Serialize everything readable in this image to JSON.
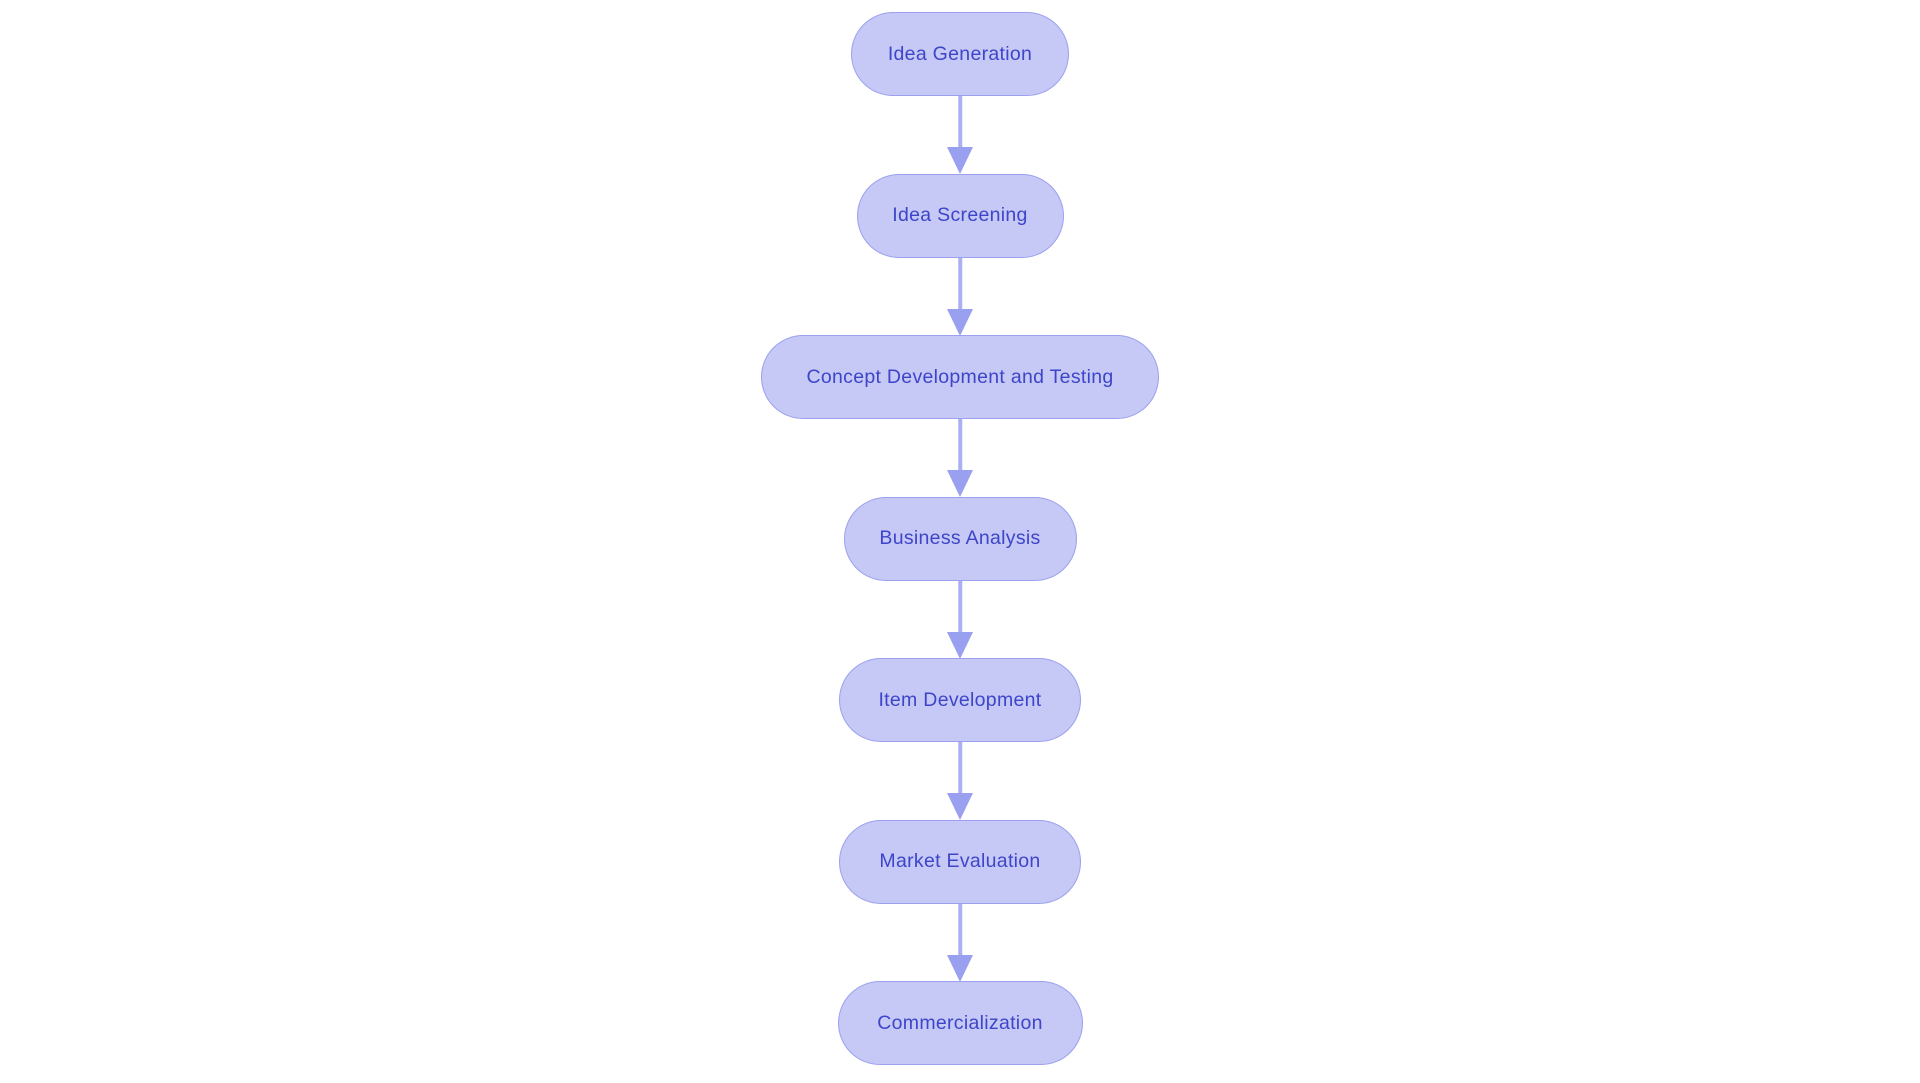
{
  "diagram": {
    "type": "flowchart",
    "direction": "top-to-bottom",
    "nodes": [
      {
        "id": "idea-generation",
        "label": "Idea Generation"
      },
      {
        "id": "idea-screening",
        "label": "Idea Screening"
      },
      {
        "id": "concept-development-and-testing",
        "label": "Concept Development and Testing"
      },
      {
        "id": "business-analysis",
        "label": "Business Analysis"
      },
      {
        "id": "item-development",
        "label": "Item Development"
      },
      {
        "id": "market-evaluation",
        "label": "Market Evaluation"
      },
      {
        "id": "commercialization",
        "label": "Commercialization"
      }
    ],
    "edges": [
      {
        "from": "idea-generation",
        "to": "idea-screening"
      },
      {
        "from": "idea-screening",
        "to": "concept-development-and-testing"
      },
      {
        "from": "concept-development-and-testing",
        "to": "business-analysis"
      },
      {
        "from": "business-analysis",
        "to": "item-development"
      },
      {
        "from": "item-development",
        "to": "market-evaluation"
      },
      {
        "from": "market-evaluation",
        "to": "commercialization"
      }
    ],
    "colors": {
      "node_fill": "#c6c8f5",
      "node_border": "#9ba1ee",
      "node_text": "#3d45c9",
      "arrow_line": "#abaff3",
      "arrow_head": "#99a0ef",
      "background": "#ffffff"
    }
  }
}
